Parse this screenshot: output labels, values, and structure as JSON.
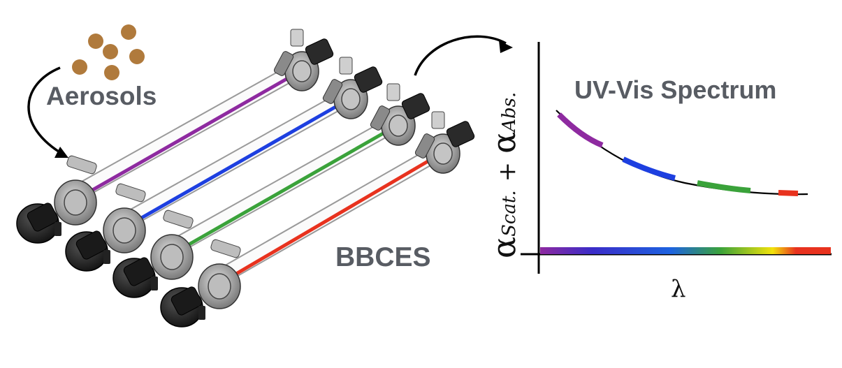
{
  "labels": {
    "aerosols": "Aerosols",
    "instrument": "BBCES",
    "spectrum_title": "UV-Vis Spectrum"
  },
  "axes": {
    "x_symbol": "λ",
    "y_term1_base": "α",
    "y_term1_sub": "Scat.",
    "y_operator": "+",
    "y_term2_base": "α",
    "y_term2_sub": "Abs."
  },
  "colors": {
    "aerosol_particle": "#b07a3c",
    "text": "#585c63",
    "purple": "#8e2aa0",
    "blue": "#1d3fe0",
    "green": "#3aa23a",
    "red": "#e8321e",
    "yellow": "#f2e20b"
  },
  "icons": {
    "particle": "aerosol-particle-icon",
    "arrow": "curved-arrow-icon",
    "instrument": "cavity-enhanced-spectrometer-icon"
  }
}
